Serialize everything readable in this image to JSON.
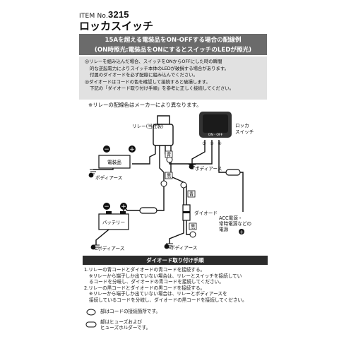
{
  "header": {
    "item_label": "ITEM No.",
    "item_number": "3215",
    "title": "ロッカスイッチ"
  },
  "banner": {
    "line1": "15Aを超える電装品をON-OFFする場合の配線例",
    "line2": "(ON時照光:電装品をONにするとスイッチのLEDが照光)"
  },
  "notes": [
    "リレーを組み込んだ場合、スイッチをONからOFFにした時の瞬間",
    "的な逆起電力によりスイッチ本体のLEDが破損する場合があります。",
    "付属のダイオードを必ず配線に組み込んでください。",
    "ダイオードはコードの色を確認して接続すると破損します。",
    "下記の「ダイオード取り付け手順」を参考に正しく接続してください。"
  ],
  "relay_note": "※リレーの配線色はメーカーにより異なります。",
  "diagram": {
    "relay_label": "リレー(当社製)",
    "switch_label_1": "ロッカ",
    "switch_label_2": "スイッチ",
    "switch_onoff": "ON - OFF",
    "pin_labels": [
      "③",
      "②",
      "①"
    ],
    "device_label": "電装品",
    "battery_label": "バッテリー",
    "body_earth": "ボディアース",
    "diode_label": "ダイオード",
    "acc_line1": "ACC電源・",
    "acc_line2": "常時電源などの",
    "acc_line3": "電源",
    "wire_blue": "青",
    "wire_black": "黒",
    "minus": "−",
    "plus": "+"
  },
  "steps": {
    "title": "ダイオード取り付け手順",
    "lines": [
      "1.リレーの青コードとダイオードの青コードを接続する。",
      "※リレーから端子しか出ていない場合は、リレーとスイッチを接続してい",
      "るコードを分岐し、ダイオードの青コードを接続してください。",
      "2.リレーの黒コードとダイオードの黒コードを接続する。",
      "※リレーから端子しか出ていない場合は、リレーとボディアースを",
      "接続しているコードを分岐し、ダイオードの黒コードを接続してください。"
    ]
  },
  "legend": {
    "circle_text": "部はコードの接続箇所です。",
    "fuse_text_1": "部はヒューズおよび",
    "fuse_text_2": "ヒューズホルダーです。"
  }
}
